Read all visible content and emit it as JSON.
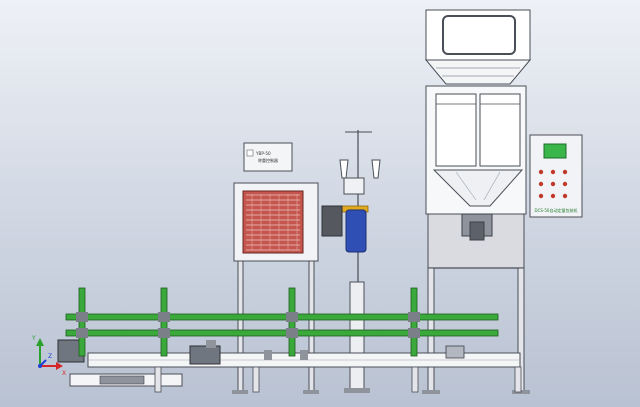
{
  "drawing": {
    "weigher_plate_text": "YBP-50",
    "weigher_plate_subtext": "称重控制器",
    "cabinet_plate_text": "DCS-50自动定量包装机",
    "axis_labels": {
      "x": "X",
      "y": "Y",
      "z": "Z"
    }
  },
  "colors": {
    "background_top": "#eef1f6",
    "background_bottom": "#b9c2d2",
    "frame_line": "#4a4e56",
    "green_rail": "#3aa83a",
    "fan_red": "#c4564d",
    "motor_blue": "#2f4fb5",
    "screen_green": "#39b54a"
  }
}
